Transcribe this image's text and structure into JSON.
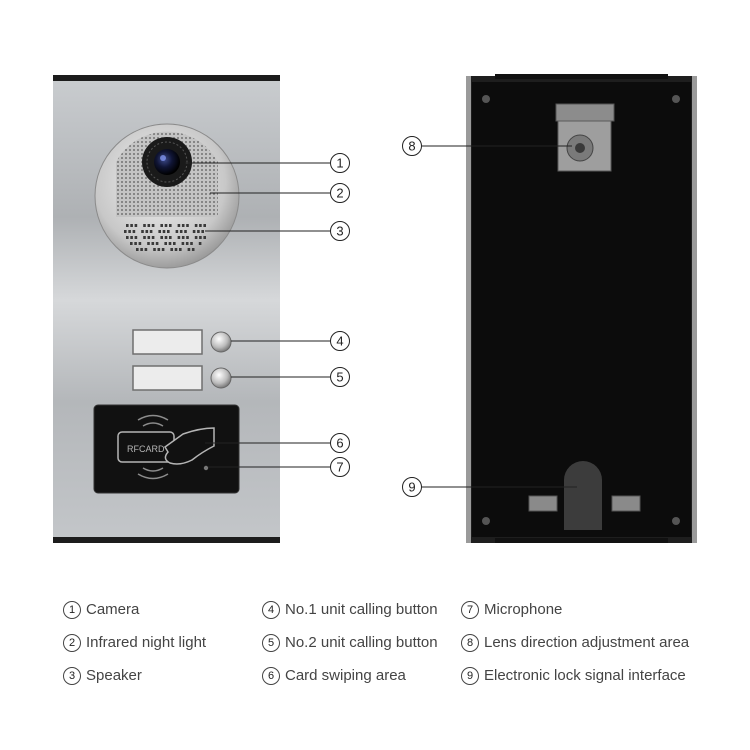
{
  "front": {
    "card_label": "RFCARD"
  },
  "callouts": [
    {
      "num": "1"
    },
    {
      "num": "2"
    },
    {
      "num": "3"
    },
    {
      "num": "4"
    },
    {
      "num": "5"
    },
    {
      "num": "6"
    },
    {
      "num": "7"
    },
    {
      "num": "8"
    },
    {
      "num": "9"
    }
  ],
  "legend": [
    {
      "num": "1",
      "text": "Camera"
    },
    {
      "num": "2",
      "text": "Infrared night light"
    },
    {
      "num": "3",
      "text": "Speaker"
    },
    {
      "num": "4",
      "text": "No.1 unit calling button"
    },
    {
      "num": "5",
      "text": "No.2 unit calling button"
    },
    {
      "num": "6",
      "text": "Card swiping area"
    },
    {
      "num": "7",
      "text": "Microphone"
    },
    {
      "num": "8",
      "text": "Lens direction adjustment area"
    },
    {
      "num": "9",
      "text": "Electronic lock signal interface"
    }
  ],
  "colors": {
    "panel_silver": "#b9bcbf",
    "back_black": "#0c0c0c",
    "card_reader": "#111111"
  }
}
